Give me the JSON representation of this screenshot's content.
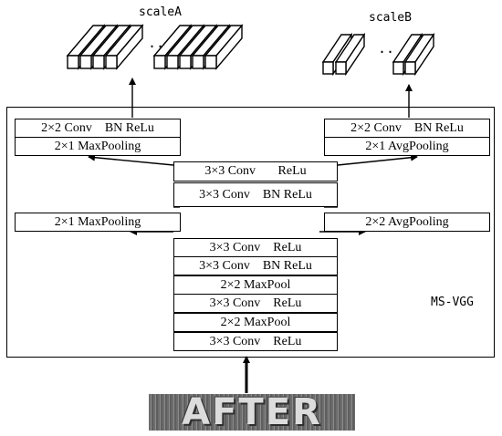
{
  "title": "",
  "scale_a_label": "scaleA",
  "scale_b_label": "scaleB",
  "ellipsis": "..",
  "model_label": "MS-VGG",
  "left_branch": {
    "conv": "2×2 Conv    BN ReLu",
    "pool": "2×1 MaxPooling",
    "pool_lower": "2×1 MaxPooling"
  },
  "right_branch": {
    "conv": "2×2 Conv    BN ReLu",
    "pool": "2×1 AvgPooling",
    "pool_lower": "2×2 AvgPooling"
  },
  "middle_block": {
    "conv1": "3×3 Conv       ReLu",
    "conv2": "3×3 Conv    BN ReLu"
  },
  "backbone": [
    "3×3 Conv    ReLu",
    "3×3 Conv    BN ReLu",
    "2×2 MaxPool",
    "3×3 Conv    ReLu",
    "2×2 MaxPool",
    "3×3 Conv    ReLu"
  ],
  "input_text": "AFTER"
}
